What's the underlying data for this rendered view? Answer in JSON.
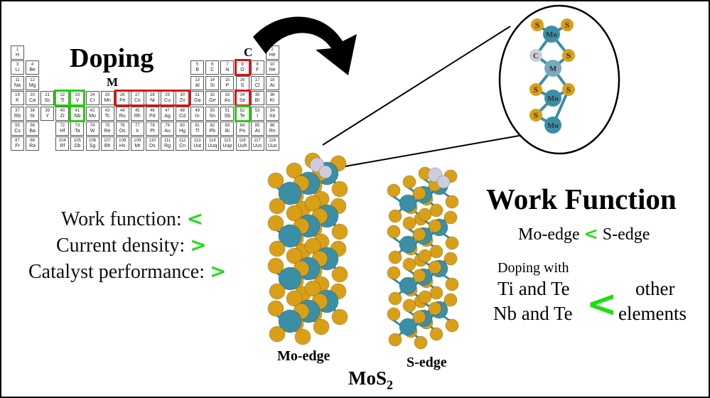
{
  "periodic_table": {
    "title": "Doping",
    "metal_group_label": "M",
    "chalcogen_group_label": "C",
    "elements": [
      {
        "n": "1",
        "s": "H",
        "r": 1,
        "c": 1
      },
      {
        "n": "2",
        "s": "He",
        "r": 1,
        "c": 18
      },
      {
        "n": "3",
        "s": "Li",
        "r": 2,
        "c": 1
      },
      {
        "n": "4",
        "s": "Be",
        "r": 2,
        "c": 2
      },
      {
        "n": "5",
        "s": "B",
        "r": 2,
        "c": 13
      },
      {
        "n": "6",
        "s": "C",
        "r": 2,
        "c": 14
      },
      {
        "n": "7",
        "s": "N",
        "r": 2,
        "c": 15
      },
      {
        "n": "8",
        "s": "O",
        "r": 2,
        "c": 16
      },
      {
        "n": "9",
        "s": "F",
        "r": 2,
        "c": 17
      },
      {
        "n": "10",
        "s": "Ne",
        "r": 2,
        "c": 18
      },
      {
        "n": "11",
        "s": "Na",
        "r": 3,
        "c": 1
      },
      {
        "n": "12",
        "s": "Mg",
        "r": 3,
        "c": 2
      },
      {
        "n": "13",
        "s": "Al",
        "r": 3,
        "c": 13
      },
      {
        "n": "14",
        "s": "Si",
        "r": 3,
        "c": 14
      },
      {
        "n": "15",
        "s": "P",
        "r": 3,
        "c": 15
      },
      {
        "n": "16",
        "s": "S",
        "r": 3,
        "c": 16
      },
      {
        "n": "17",
        "s": "Cl",
        "r": 3,
        "c": 17
      },
      {
        "n": "18",
        "s": "Ar",
        "r": 3,
        "c": 18
      },
      {
        "n": "19",
        "s": "K",
        "r": 4,
        "c": 1
      },
      {
        "n": "20",
        "s": "Ca",
        "r": 4,
        "c": 2
      },
      {
        "n": "21",
        "s": "Sc",
        "r": 4,
        "c": 3
      },
      {
        "n": "22",
        "s": "Ti",
        "r": 4,
        "c": 4
      },
      {
        "n": "23",
        "s": "V",
        "r": 4,
        "c": 5
      },
      {
        "n": "24",
        "s": "Cr",
        "r": 4,
        "c": 6
      },
      {
        "n": "25",
        "s": "Mn",
        "r": 4,
        "c": 7
      },
      {
        "n": "26",
        "s": "Fe",
        "r": 4,
        "c": 8
      },
      {
        "n": "27",
        "s": "Co",
        "r": 4,
        "c": 9
      },
      {
        "n": "28",
        "s": "Ni",
        "r": 4,
        "c": 10
      },
      {
        "n": "29",
        "s": "Cu",
        "r": 4,
        "c": 11
      },
      {
        "n": "30",
        "s": "Zn",
        "r": 4,
        "c": 12
      },
      {
        "n": "31",
        "s": "Ga",
        "r": 4,
        "c": 13
      },
      {
        "n": "32",
        "s": "Ge",
        "r": 4,
        "c": 14
      },
      {
        "n": "33",
        "s": "As",
        "r": 4,
        "c": 15
      },
      {
        "n": "34",
        "s": "Se",
        "r": 4,
        "c": 16
      },
      {
        "n": "35",
        "s": "Br",
        "r": 4,
        "c": 17
      },
      {
        "n": "36",
        "s": "Kr",
        "r": 4,
        "c": 18
      },
      {
        "n": "37",
        "s": "Rb",
        "r": 5,
        "c": 1
      },
      {
        "n": "38",
        "s": "Sr",
        "r": 5,
        "c": 2
      },
      {
        "n": "39",
        "s": "Y",
        "r": 5,
        "c": 3
      },
      {
        "n": "40",
        "s": "Zr",
        "r": 5,
        "c": 4
      },
      {
        "n": "41",
        "s": "Nb",
        "r": 5,
        "c": 5
      },
      {
        "n": "42",
        "s": "Mo",
        "r": 5,
        "c": 6
      },
      {
        "n": "43",
        "s": "Tc",
        "r": 5,
        "c": 7
      },
      {
        "n": "44",
        "s": "Ru",
        "r": 5,
        "c": 8
      },
      {
        "n": "45",
        "s": "Rh",
        "r": 5,
        "c": 9
      },
      {
        "n": "46",
        "s": "Pd",
        "r": 5,
        "c": 10
      },
      {
        "n": "47",
        "s": "Ag",
        "r": 5,
        "c": 11
      },
      {
        "n": "48",
        "s": "Cd",
        "r": 5,
        "c": 12
      },
      {
        "n": "49",
        "s": "In",
        "r": 5,
        "c": 13
      },
      {
        "n": "50",
        "s": "Sn",
        "r": 5,
        "c": 14
      },
      {
        "n": "51",
        "s": "Sb",
        "r": 5,
        "c": 15
      },
      {
        "n": "52",
        "s": "Te",
        "r": 5,
        "c": 16
      },
      {
        "n": "53",
        "s": "I",
        "r": 5,
        "c": 17
      },
      {
        "n": "54",
        "s": "Xe",
        "r": 5,
        "c": 18
      },
      {
        "n": "55",
        "s": "Cs",
        "r": 6,
        "c": 1
      },
      {
        "n": "56",
        "s": "Ba",
        "r": 6,
        "c": 2
      },
      {
        "n": "72",
        "s": "Hf",
        "r": 6,
        "c": 4
      },
      {
        "n": "73",
        "s": "Ta",
        "r": 6,
        "c": 5
      },
      {
        "n": "74",
        "s": "W",
        "r": 6,
        "c": 6
      },
      {
        "n": "75",
        "s": "Re",
        "r": 6,
        "c": 7
      },
      {
        "n": "76",
        "s": "Os",
        "r": 6,
        "c": 8
      },
      {
        "n": "77",
        "s": "Ir",
        "r": 6,
        "c": 9
      },
      {
        "n": "78",
        "s": "Pt",
        "r": 6,
        "c": 10
      },
      {
        "n": "79",
        "s": "Au",
        "r": 6,
        "c": 11
      },
      {
        "n": "80",
        "s": "Hg",
        "r": 6,
        "c": 12
      },
      {
        "n": "81",
        "s": "Tl",
        "r": 6,
        "c": 13
      },
      {
        "n": "82",
        "s": "Pb",
        "r": 6,
        "c": 14
      },
      {
        "n": "83",
        "s": "Bi",
        "r": 6,
        "c": 15
      },
      {
        "n": "84",
        "s": "Po",
        "r": 6,
        "c": 16
      },
      {
        "n": "85",
        "s": "At",
        "r": 6,
        "c": 17
      },
      {
        "n": "86",
        "s": "Rn",
        "r": 6,
        "c": 18
      },
      {
        "n": "87",
        "s": "Fr",
        "r": 7,
        "c": 1
      },
      {
        "n": "88",
        "s": "Ra",
        "r": 7,
        "c": 2
      },
      {
        "n": "104",
        "s": "Rf",
        "r": 7,
        "c": 4
      },
      {
        "n": "105",
        "s": "Db",
        "r": 7,
        "c": 5
      },
      {
        "n": "106",
        "s": "Sg",
        "r": 7,
        "c": 6
      },
      {
        "n": "107",
        "s": "Bh",
        "r": 7,
        "c": 7
      },
      {
        "n": "108",
        "s": "Hs",
        "r": 7,
        "c": 8
      },
      {
        "n": "109",
        "s": "Mt",
        "r": 7,
        "c": 9
      },
      {
        "n": "110",
        "s": "Ds",
        "r": 7,
        "c": 10
      },
      {
        "n": "111",
        "s": "Rg",
        "r": 7,
        "c": 11
      },
      {
        "n": "112",
        "s": "Cn",
        "r": 7,
        "c": 12
      },
      {
        "n": "113",
        "s": "Uut",
        "r": 7,
        "c": 13
      },
      {
        "n": "114",
        "s": "Uuq",
        "r": 7,
        "c": 14
      },
      {
        "n": "115",
        "s": "Uup",
        "r": 7,
        "c": 15
      },
      {
        "n": "116",
        "s": "Uuh",
        "r": 7,
        "c": 16
      },
      {
        "n": "117",
        "s": "Uus",
        "r": 7,
        "c": 17
      },
      {
        "n": "118",
        "s": "Uuo",
        "r": 7,
        "c": 18
      }
    ],
    "red_highlighted": [
      "Fe",
      "Co",
      "Ni",
      "Cu",
      "Zn",
      "O",
      "Se"
    ],
    "green_highlighted": [
      "Ti",
      "V",
      "Nb",
      "Te"
    ],
    "colors": {
      "red_box": "#dd1111",
      "green_box": "#22cc11"
    }
  },
  "trends": {
    "work_function": "Work function:",
    "current_density": "Current density:",
    "catalyst_performance": "Catalyst performance:",
    "work_function_symbol": "<",
    "current_density_symbol": ">",
    "catalyst_performance_symbol": ">"
  },
  "work_function_panel": {
    "title": "Work Function",
    "mo_edge": "Mo-edge",
    "less_than": "<",
    "s_edge": "S-edge",
    "doping_with": "Doping with",
    "ti_te": "Ti and Te",
    "nb_te": "Nb and Te",
    "other": "other",
    "elements": "elements"
  },
  "structure": {
    "mo_edge_label": "Mo-edge",
    "s_edge_label": "S-edge",
    "material": "MoS",
    "material_subscript": "2",
    "inset_atom_labels": [
      "S",
      "Mo",
      "S",
      "C",
      "M",
      "S",
      "S",
      "Mo",
      "S",
      "S",
      "Mo"
    ],
    "colors": {
      "sulfur": "#d9a017",
      "molybdenum": "#3a8fa6",
      "dopant": "#ccccdd",
      "green_accent": "#22dd11"
    }
  }
}
